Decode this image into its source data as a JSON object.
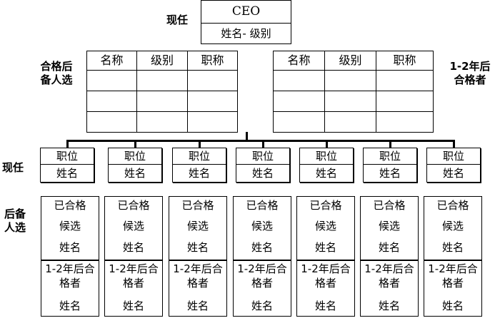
{
  "labels": {
    "current_top": "现任",
    "left_pool_line1": "合格后",
    "left_pool_line2": "备人选",
    "right_pool_line1": "1-2年后",
    "right_pool_line2": "合格者",
    "current_row": "现任",
    "backup_line1": "后备",
    "backup_line2": "人选"
  },
  "ceo": {
    "title": "CEO",
    "name": "姓名- 级别"
  },
  "left_table": {
    "headers": [
      "名称",
      "级别",
      "职称"
    ]
  },
  "right_table": {
    "headers": [
      "名称",
      "级别",
      "职称"
    ]
  },
  "positions": [
    {
      "title": "职位",
      "name": "姓名"
    },
    {
      "title": "职位",
      "name": "姓名"
    },
    {
      "title": "职位",
      "name": "姓名"
    },
    {
      "title": "职位",
      "name": "姓名"
    },
    {
      "title": "职位",
      "name": "姓名"
    },
    {
      "title": "职位",
      "name": "姓名"
    },
    {
      "title": "职位",
      "name": "姓名"
    }
  ],
  "successors": [
    {
      "ready": "已合格",
      "cand": "候选",
      "name": "姓名",
      "future1": "1-2年后合",
      "future2": "格者",
      "fname": "姓名"
    },
    {
      "ready": "已合格",
      "cand": "候选",
      "name": "姓名",
      "future1": "1-2年后合",
      "future2": "格者",
      "fname": "姓名"
    },
    {
      "ready": "已合格",
      "cand": "候选",
      "name": "姓名",
      "future1": "1-2年后合",
      "future2": "格者",
      "fname": "姓名"
    },
    {
      "ready": "已合格",
      "cand": "候选",
      "name": "姓名",
      "future1": "1-2年后合",
      "future2": "格者",
      "fname": "姓名"
    },
    {
      "ready": "已合格",
      "cand": "候选",
      "name": "姓名",
      "future1": "1-2年后合",
      "future2": "格者",
      "fname": "姓名"
    },
    {
      "ready": "已合格",
      "cand": "候选",
      "name": "姓名",
      "future1": "1-2年后合",
      "future2": "格者",
      "fname": "姓名"
    },
    {
      "ready": "已合格",
      "cand": "候选",
      "name": "姓名",
      "future1": "1-2年后合",
      "future2": "格者",
      "fname": "姓名"
    }
  ]
}
